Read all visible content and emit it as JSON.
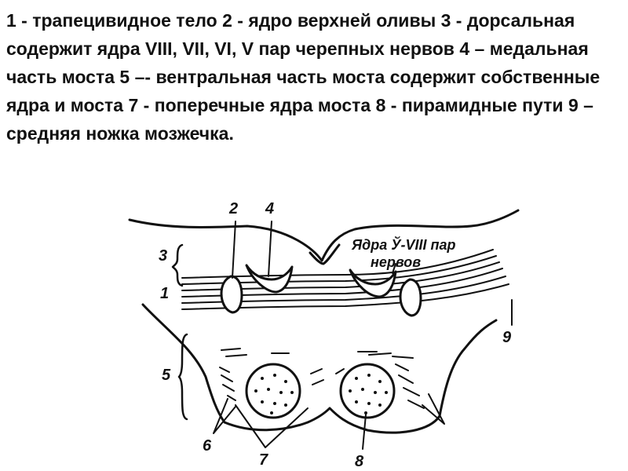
{
  "caption": "1 - трапецивидное тело 2 - ядро верхней оливы 3 - дорсальная содержит ядра VIII, VII, VI, V пар черепных нервов 4 – медальная часть моста 5 –- вентральная часть моста содержит собственные ядра и моста 7 - поперечные ядра моста 8 - пирамидные пути 9 – средняя ножка мозжечка.",
  "figure": {
    "labels": {
      "n1": "1",
      "n2": "2",
      "n3": "3",
      "n4": "4",
      "n5": "5",
      "n6": "6",
      "n7": "7",
      "n8": "8",
      "n9": "9"
    },
    "nuclei_text_line1": "Ядра Ў-VIII пар",
    "nuclei_text_line2": "нервов"
  }
}
